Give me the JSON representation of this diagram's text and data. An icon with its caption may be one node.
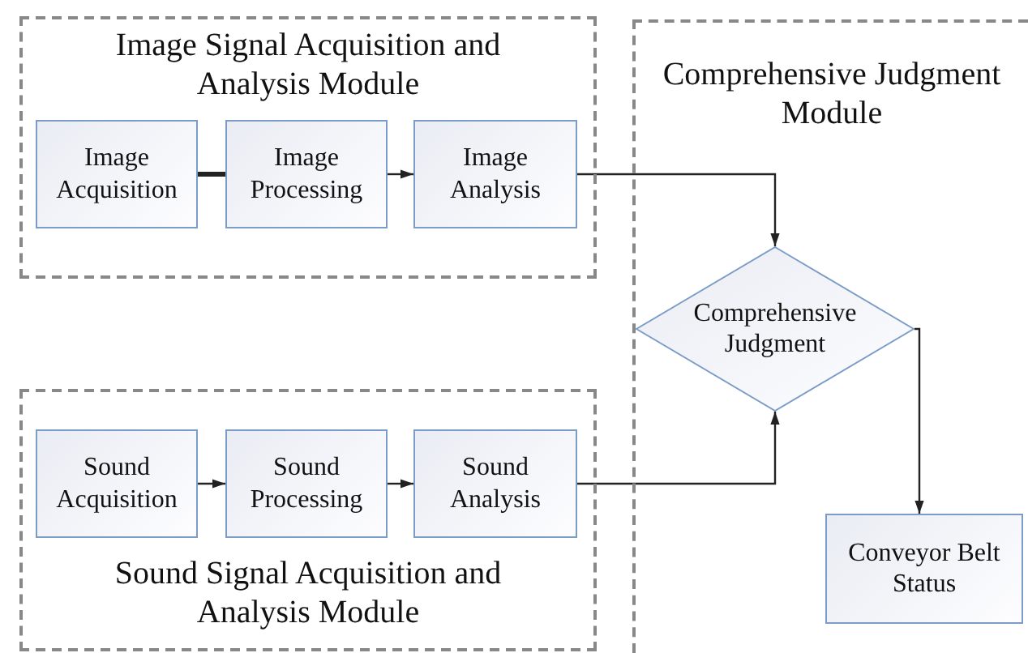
{
  "diagram": {
    "nodes": [
      {
        "text": [
          "Image Signal Acquisition and Analysis Module"
        ]
      },
      {
        "text": [
          "Image Acquisition"
        ],
        "in": 0
      },
      {
        "text": [
          "Image Processing"
        ],
        "in": 0
      },
      {
        "text": [
          "Image Analysis"
        ],
        "in": 0
      },
      {
        "text": [
          "Sound Signal Acquisition and Analysis Module"
        ]
      },
      {
        "text": [
          "Sound Acquisition"
        ],
        "in": 4
      },
      {
        "text": [
          "Sound Processing"
        ],
        "in": 4
      },
      {
        "text": [
          "Sound Analysis"
        ],
        "in": 4
      },
      {
        "text": [
          "Comprehensive Judgment Module"
        ]
      },
      {
        "text": [
          "Comprehensive Judgment"
        ],
        "in": 8
      },
      {
        "text": [
          "Conveyor Belt Status"
        ],
        "in": 8
      }
    ],
    "edges": [
      {
        "from": 1,
        "to": 2,
        "arrow": "none",
        "style": "thick"
      },
      {
        "from": 2,
        "to": 3,
        "arrow": "to"
      },
      {
        "from": 3,
        "to": 9,
        "arrow": "to"
      },
      {
        "from": 5,
        "to": 6,
        "arrow": "to"
      },
      {
        "from": 6,
        "to": 7,
        "arrow": "to"
      },
      {
        "from": 7,
        "to": 9,
        "arrow": "to"
      },
      {
        "from": 9,
        "to": 10,
        "arrow": "to"
      }
    ]
  }
}
